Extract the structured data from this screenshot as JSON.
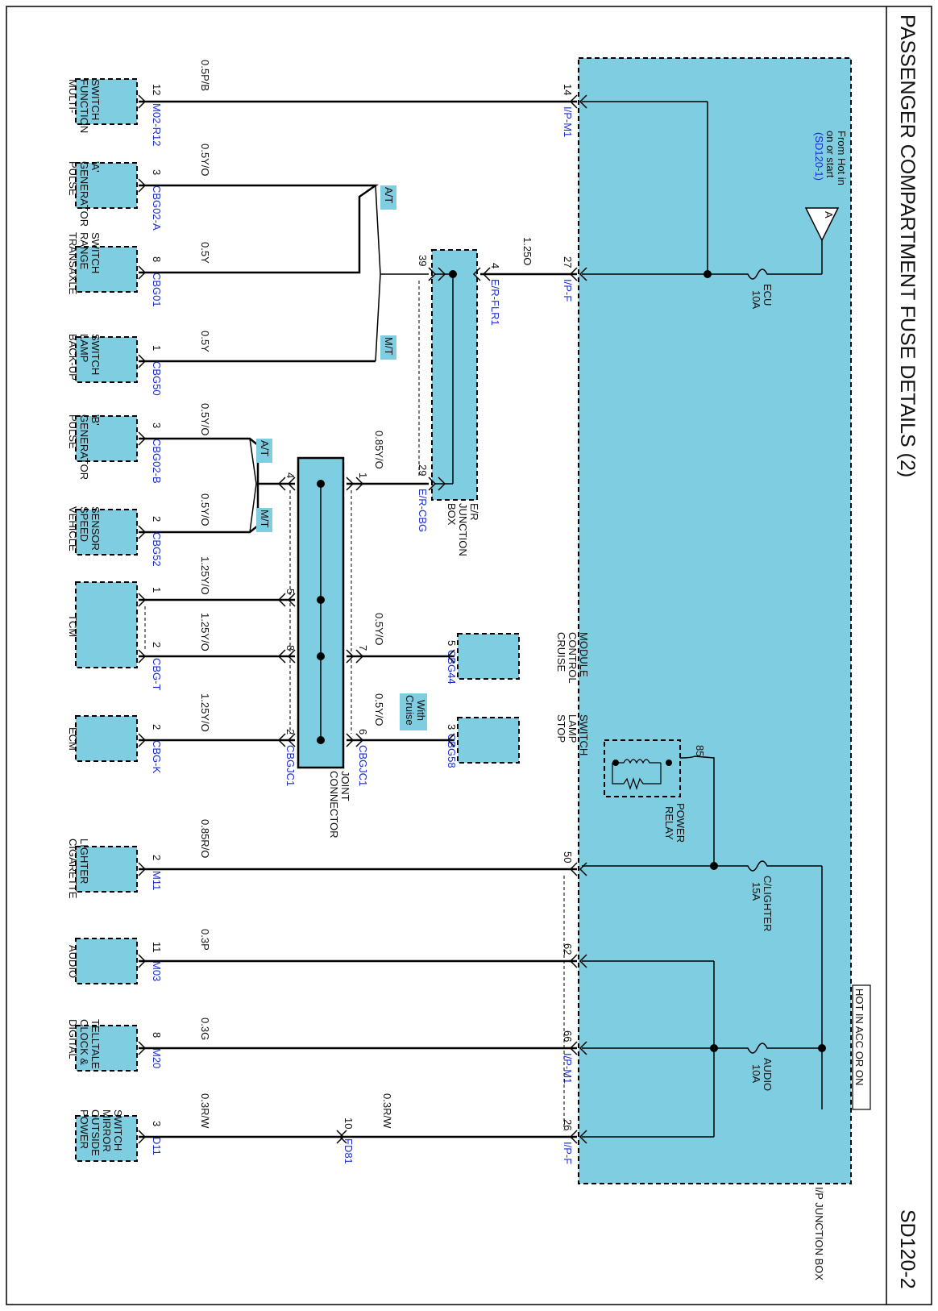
{
  "page": {
    "title": "PASSENGER COMPARTMENT FUSE DETAILS (2)",
    "code": "SD120-2",
    "hot_label": "HOT IN ACC OR ON"
  },
  "ip_box": {
    "name": "I/P JUNCTION BOX",
    "source_note_1": "From Hot in",
    "source_note_2": "on or start",
    "source_ref": "(SD120-1)",
    "source_letter": "A",
    "relay_label": "POWER RELAY",
    "relay_pin": "85"
  },
  "fuses": [
    {
      "name": "ECU",
      "rating": "10A"
    },
    {
      "name": "C/LIGHTER",
      "rating": "15A"
    },
    {
      "name": "AUDIO",
      "rating": "10A"
    }
  ],
  "er_box": {
    "name": "E/R JUNCTION BOX",
    "connector_in": "E/R-FLR1",
    "connector_out": "E/R-CBG",
    "pin_in": "4",
    "pin_39": "39",
    "pin_29": "29"
  },
  "joint": {
    "name": "JOINT CONNECTOR",
    "conn_left": "CBGJC1",
    "conn_right": "CBGJC1"
  },
  "badges": {
    "at": "A/T",
    "mt": "M/T",
    "cruise_1": "With",
    "cruise_2": "Cruise"
  },
  "wires": [
    {
      "id": "w1",
      "color": "0.5P/B",
      "ip_pin": "14",
      "ip_conn": "I/P-M1",
      "comp_pin": "12",
      "comp_conn": "M02-R12"
    },
    {
      "id": "w2",
      "color": "1.25O",
      "ip_pin": "27",
      "ip_conn": "I/P-F"
    },
    {
      "id": "w3",
      "color": "0.5Y/O",
      "comp_pin": "3",
      "comp_conn": "CBG02-A"
    },
    {
      "id": "w4",
      "color": "0.5Y",
      "comp_pin": "8",
      "comp_conn": "CBG01"
    },
    {
      "id": "w5",
      "color": "0.5Y",
      "comp_pin": "1",
      "comp_conn": "CBG50"
    },
    {
      "id": "w6",
      "color": "0.85Y/O",
      "jc_pin": "1"
    },
    {
      "id": "w7",
      "color": "0.5Y/O",
      "comp_pin": "3",
      "comp_conn": "CBG02-B",
      "jc_pin": "4"
    },
    {
      "id": "w8",
      "color": "0.5Y/O",
      "comp_pin": "2",
      "comp_conn": "CBG52"
    },
    {
      "id": "w9",
      "color": "1.25Y/O",
      "comp_pin": "1",
      "jc_pin": "5"
    },
    {
      "id": "w10",
      "color": "1.25Y/O",
      "comp_pin": "2",
      "comp_conn": "CBG-T",
      "jc_pin": "8"
    },
    {
      "id": "w11",
      "color": "0.5Y/O",
      "jc_pin": "7",
      "comp_pin": "5",
      "comp_conn": "CBG44"
    },
    {
      "id": "w12",
      "color": "1.25Y/O",
      "comp_pin": "2",
      "comp_conn": "CBG-K",
      "jc_pin": "2"
    },
    {
      "id": "w13",
      "color": "0.5Y/O",
      "jc_pin": "6",
      "comp_pin": "3",
      "comp_conn": "CBG58"
    },
    {
      "id": "w14",
      "color": "0.85R/O",
      "ip_pin": "50",
      "comp_pin": "2",
      "comp_conn": "M11"
    },
    {
      "id": "w15",
      "color": "0.3P",
      "ip_pin": "62",
      "comp_pin": "11",
      "comp_conn": "M03"
    },
    {
      "id": "w16",
      "color": "0.3G",
      "ip_pin": "66",
      "ip_conn": "I/P-M1",
      "comp_pin": "8",
      "comp_conn": "M20"
    },
    {
      "id": "w17",
      "color": "0.3R/W",
      "color_b": "0.3R/W",
      "ip_pin": "26",
      "ip_conn": "I/P-F",
      "mid_pin": "10",
      "mid_conn": "FD81",
      "comp_pin": "3",
      "comp_conn": "D11"
    }
  ],
  "components": [
    {
      "lines": [
        "MULTI-",
        "FUNCTION",
        "SWITCH"
      ]
    },
    {
      "lines": [
        "PULSE",
        "GENERATOR",
        "'A'"
      ]
    },
    {
      "lines": [
        "TRANSAXLE",
        "RANGE",
        "SWITCH"
      ]
    },
    {
      "lines": [
        "BACK-UP",
        "LAMP",
        "SWITCH"
      ]
    },
    {
      "lines": [
        "PULSE",
        "GENERATOR",
        "'B'"
      ]
    },
    {
      "lines": [
        "VEHICLE",
        "SPEED",
        "SENSOR"
      ]
    },
    {
      "lines": [
        "TCM"
      ]
    },
    {
      "lines": [
        "ECM"
      ]
    },
    {
      "lines": [
        "CIGARETTE",
        "LIGHTER"
      ]
    },
    {
      "lines": [
        "AUDIO"
      ]
    },
    {
      "lines": [
        "DIGITAL",
        "CLOCK &",
        "TELLTALE"
      ]
    },
    {
      "lines": [
        "POWER",
        "OUTSIDE",
        "MIRROR",
        "SWITCH"
      ]
    },
    {
      "lines": [
        "CRUISE",
        "CONTROL",
        "MODULE"
      ]
    },
    {
      "lines": [
        "STOP",
        "LAMP",
        "SWITCH"
      ]
    }
  ]
}
